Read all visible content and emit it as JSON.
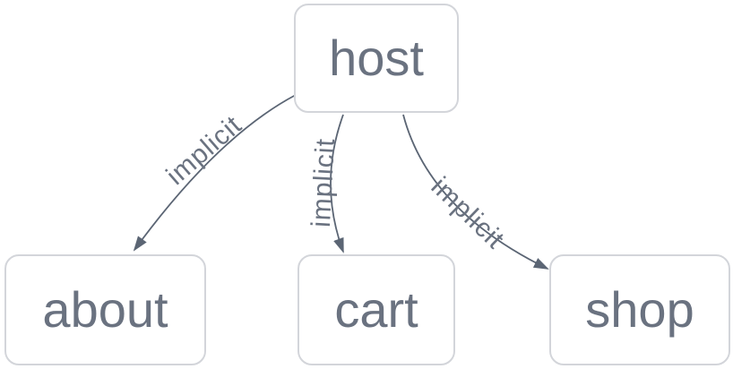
{
  "diagram": {
    "type": "dependency-graph",
    "background": "#ffffff",
    "colors": {
      "node_border": "#d3d5da",
      "node_fill": "#ffffff",
      "node_text": "#6a7280",
      "edge_stroke": "#5b6574",
      "edge_label_text": "#6a7280"
    },
    "nodes": [
      {
        "id": "host",
        "label": "host"
      },
      {
        "id": "about",
        "label": "about"
      },
      {
        "id": "cart",
        "label": "cart"
      },
      {
        "id": "shop",
        "label": "shop"
      }
    ],
    "edges": [
      {
        "from": "host",
        "to": "about",
        "label": "implicit"
      },
      {
        "from": "host",
        "to": "cart",
        "label": "implicit"
      },
      {
        "from": "host",
        "to": "shop",
        "label": "implicit"
      }
    ]
  }
}
